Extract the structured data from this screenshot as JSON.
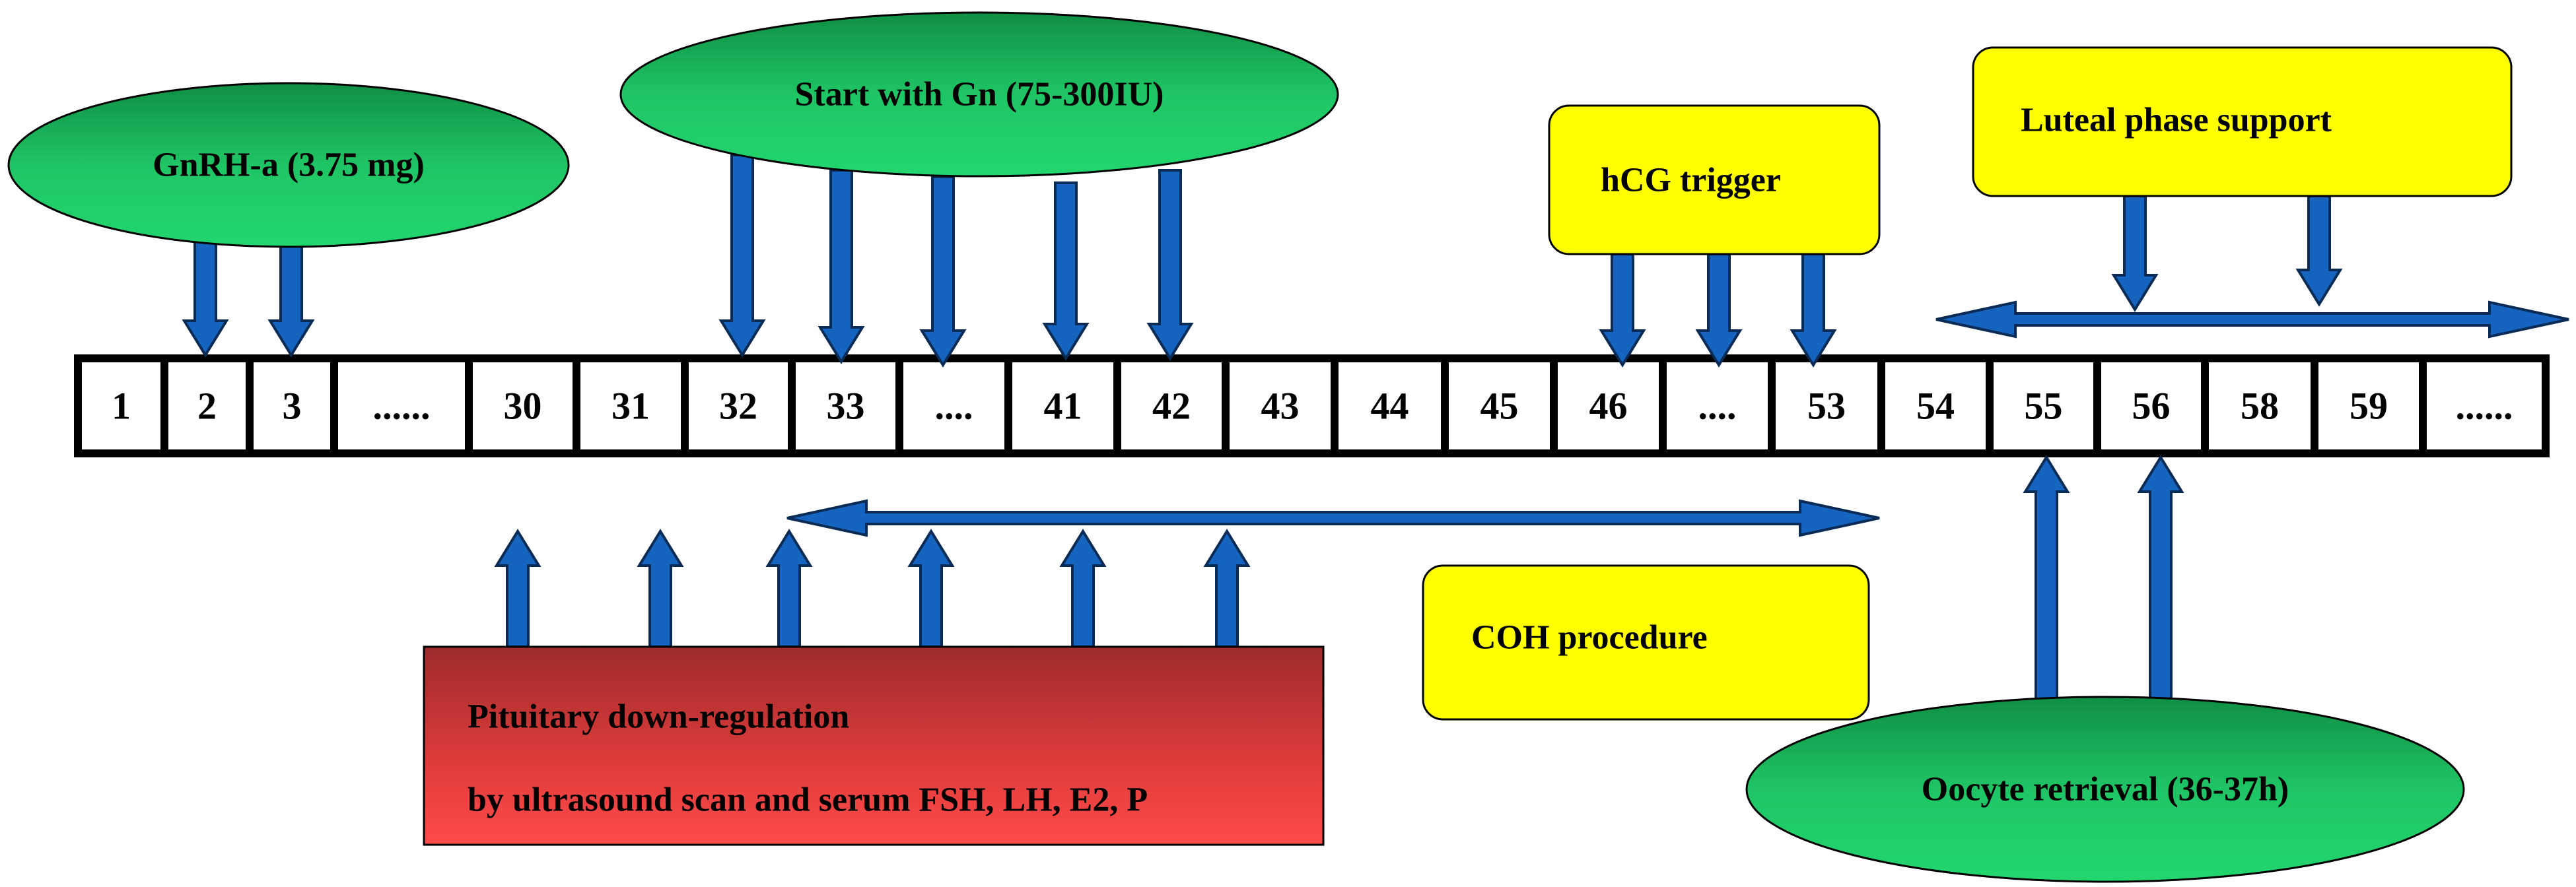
{
  "timeline": {
    "days": [
      "1",
      "2",
      "3",
      "......",
      "30",
      "31",
      "32",
      "33",
      "....",
      "41",
      "42",
      "43",
      "44",
      "45",
      "46",
      "....",
      "53",
      "54",
      "55",
      "56",
      "58",
      "59",
      "......"
    ]
  },
  "labels": {
    "gnrh": "GnRH-a (3.75 mg)",
    "gn": "Start with Gn (75-300IU)",
    "hcg": "hCG trigger",
    "luteal": "Luteal phase support",
    "coh": "COH procedure",
    "pituitary_line1": "Pituitary down-regulation",
    "pituitary_line2": "by ultrasound scan and serum FSH, LH, E2, P",
    "oocyte": "Oocyte retrieval (36-37h)"
  },
  "colors": {
    "green_light": "#22d66e",
    "green_dark": "#0f8f44",
    "yellow": "#ffff00",
    "red_top": "#9e2b2b",
    "red_bottom": "#ff4a4a",
    "arrow_blue": "#1565c0"
  }
}
